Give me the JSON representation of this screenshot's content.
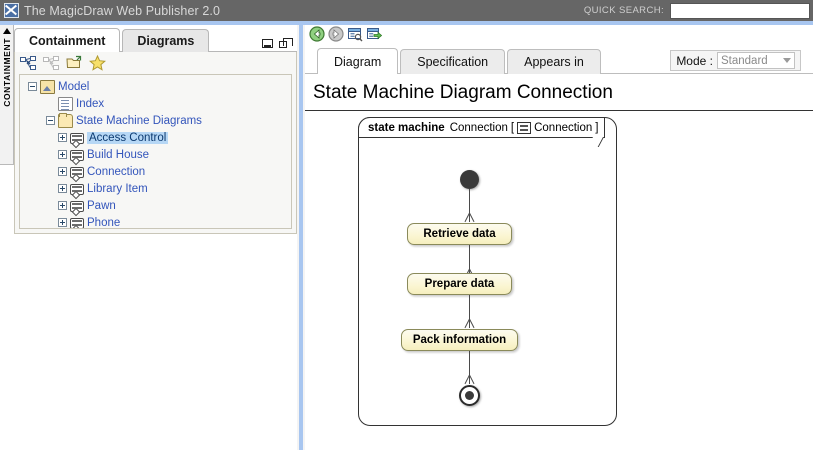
{
  "titlebar": {
    "logo_icon": "magicdraw-logo-icon",
    "title": "The MagicDraw Web Publisher 2.0",
    "quick_search_label": "QUICK SEARCH:",
    "quick_search_value": "",
    "quick_search_placeholder": ""
  },
  "left_strip": {
    "label": "CONTAINMENT",
    "collapse_icon": "triangle-up-icon"
  },
  "left_panel": {
    "tabs": [
      {
        "label": "Containment",
        "active": true
      },
      {
        "label": "Diagrams",
        "active": false
      }
    ],
    "window_controls": [
      {
        "name": "minimize-icon"
      },
      {
        "name": "restore-icon"
      }
    ],
    "toolbar": [
      {
        "name": "collapse-all-icon",
        "title": "Collapse All"
      },
      {
        "name": "expand-all-icon",
        "title": "Expand All"
      },
      {
        "name": "open-in-new-window-icon",
        "title": "Open"
      },
      {
        "name": "favorites-star-icon",
        "title": "Favorites"
      }
    ],
    "tree": [
      {
        "label": "Model",
        "icon": "model-icon",
        "expander": "minus",
        "indent": 0,
        "selected": false
      },
      {
        "label": "Index",
        "icon": "index-icon",
        "expander": "none",
        "indent": 1,
        "selected": false
      },
      {
        "label": "State Machine Diagrams",
        "icon": "folder-icon",
        "expander": "minus",
        "indent": 1,
        "selected": false
      },
      {
        "label": "Access Control",
        "icon": "state-machine-icon",
        "expander": "plus",
        "indent": 2,
        "selected": true
      },
      {
        "label": "Build House",
        "icon": "state-machine-icon",
        "expander": "plus",
        "indent": 2,
        "selected": false
      },
      {
        "label": "Connection",
        "icon": "state-machine-icon",
        "expander": "plus",
        "indent": 2,
        "selected": false
      },
      {
        "label": "Library Item",
        "icon": "state-machine-icon",
        "expander": "plus",
        "indent": 2,
        "selected": false
      },
      {
        "label": "Pawn",
        "icon": "state-machine-icon",
        "expander": "plus",
        "indent": 2,
        "selected": false
      },
      {
        "label": "Phone",
        "icon": "state-machine-icon",
        "expander": "plus",
        "indent": 2,
        "selected": false
      }
    ]
  },
  "right_panel": {
    "toolbar": [
      {
        "name": "back-arrow-icon",
        "enabled": true
      },
      {
        "name": "forward-arrow-icon",
        "enabled": false
      },
      {
        "name": "show-in-containment-icon",
        "enabled": true
      },
      {
        "name": "open-in-new-window-icon",
        "enabled": true
      }
    ],
    "tabs": [
      {
        "label": "Diagram",
        "active": true
      },
      {
        "label": "Specification",
        "active": false
      },
      {
        "label": "Appears in",
        "active": false
      }
    ],
    "mode": {
      "label": "Mode :",
      "value": "Standard",
      "caret_icon": "chevron-down-icon"
    },
    "heading": "State Machine Diagram Connection"
  },
  "diagram": {
    "frame": {
      "keyword": "state machine",
      "name": "Connection",
      "bracket_open": "[",
      "type_icon": "state-machine-icon",
      "type_name": "Connection",
      "bracket_close": "]"
    },
    "initial_node": {
      "name": "initial-node"
    },
    "states": [
      {
        "label": "Retrieve data"
      },
      {
        "label": "Prepare data"
      },
      {
        "label": "Pack information"
      }
    ],
    "final_node": {
      "name": "final-node"
    },
    "colors": {
      "state_fill_top": "#fcfbef",
      "state_fill_bottom": "#f6efbe",
      "state_border": "#8a8a5a",
      "edge": "#4a4a4a",
      "frame_border": "#333333",
      "initial_node": "#3a3a3a"
    }
  },
  "colors": {
    "titlebar_bg": "#666666",
    "accent_blue": "#a8c6f0",
    "selection_blue": "#b6d7f5",
    "tree_link": "#3355bb",
    "panel_bg": "#f7f7f5"
  }
}
